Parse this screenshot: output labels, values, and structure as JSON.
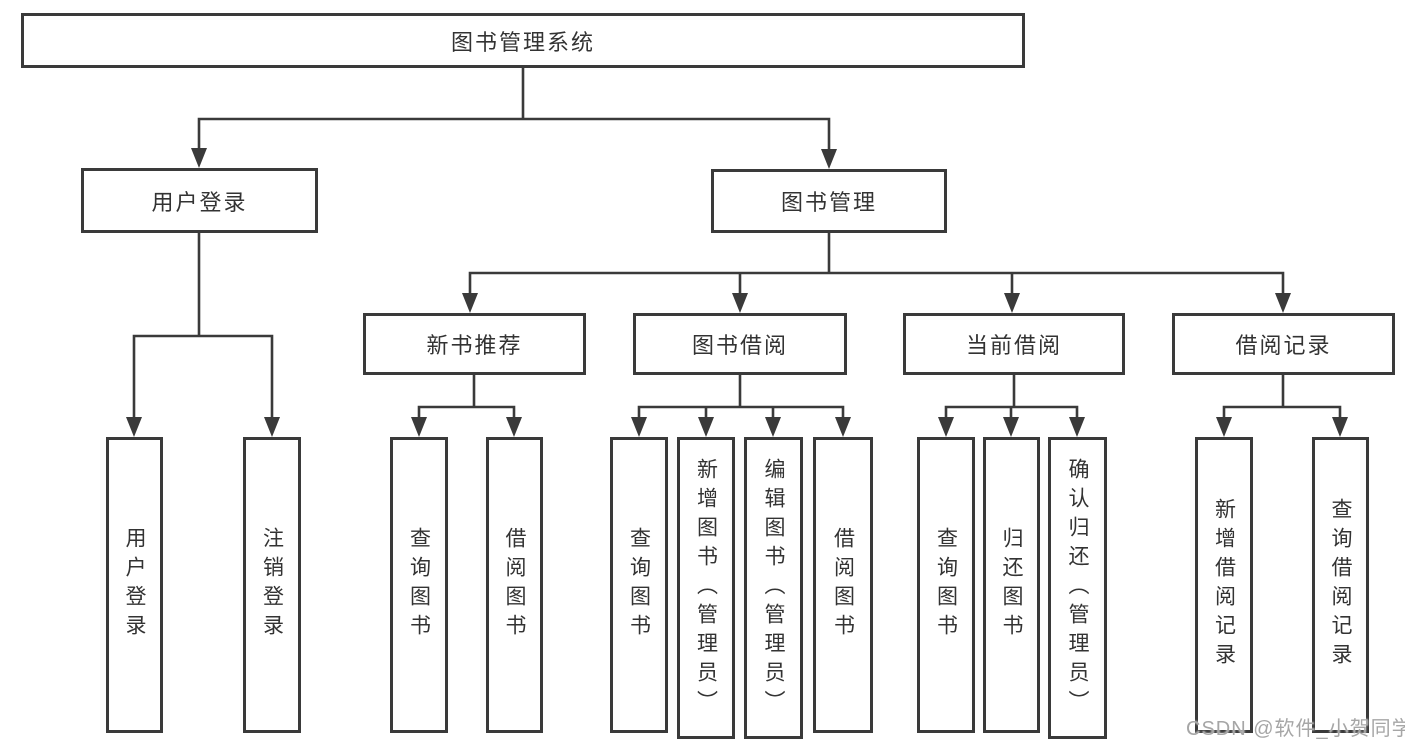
{
  "colors": {
    "line": "#3a3a3a",
    "text": "#333333",
    "background": "#ffffff",
    "watermark": "#a6a6a6"
  },
  "watermark": {
    "text": "CSDN @软件_小贺同学"
  },
  "diagram": {
    "root": {
      "label": "图书管理系统"
    },
    "level2": {
      "user_login": {
        "label": "用户登录"
      },
      "book_mgmt": {
        "label": "图书管理"
      }
    },
    "level3": {
      "recommend": {
        "label": "新书推荐"
      },
      "borrow": {
        "label": "图书借阅"
      },
      "current": {
        "label": "当前借阅"
      },
      "records": {
        "label": "借阅记录"
      }
    },
    "leaves": {
      "login": [
        "用户登录",
        "注销登录"
      ],
      "recommend": [
        "查询图书",
        "借阅图书"
      ],
      "borrow": [
        "查询图书",
        "新增图书（管理员）",
        "编辑图书（管理员）",
        "借阅图书"
      ],
      "current": [
        "查询图书",
        "归还图书",
        "确认归还（管理员）"
      ],
      "records": [
        "新增借阅记录",
        "查询借阅记录"
      ]
    }
  }
}
